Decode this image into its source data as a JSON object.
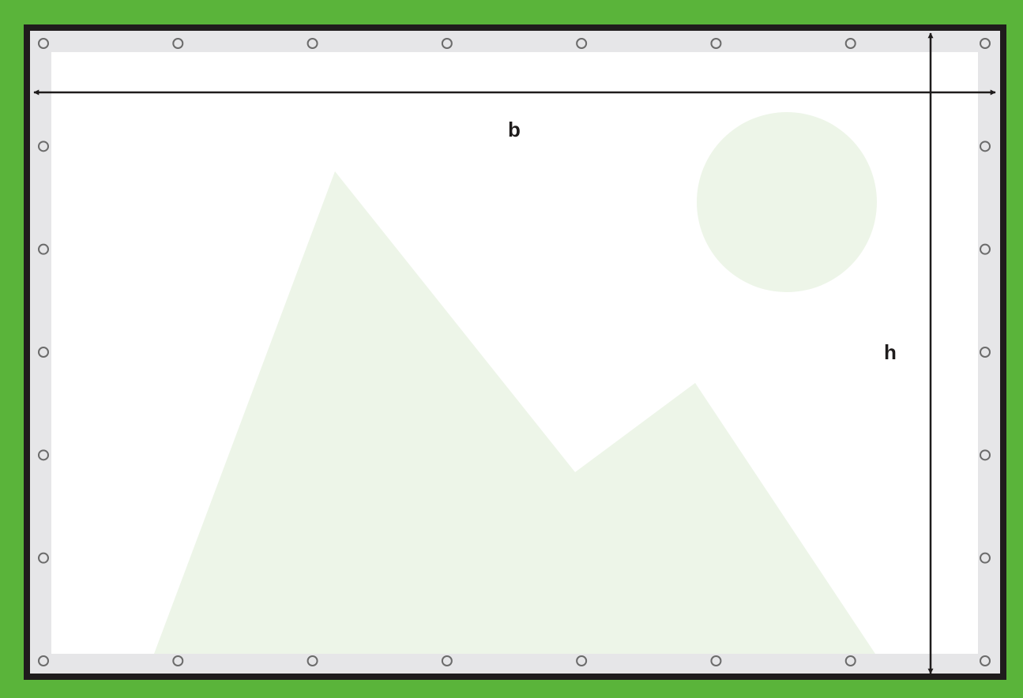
{
  "diagram": {
    "title": "",
    "width_label": "b",
    "height_label": "h",
    "grommets": {
      "per_long_side": 8,
      "per_short_side": 7
    },
    "colors": {
      "background": "#5ab43a",
      "frame": "#1f1c1c",
      "hem": "#e6e6e8",
      "canvas": "#ffffff",
      "placeholder_image": "#edf5e8",
      "grommet": "#6b6b6b",
      "dimension_line": "#1f1c1c"
    },
    "icons": {
      "placeholder": "mountain-sun-image-placeholder-icon",
      "grommet": "grommet-ring-icon"
    }
  }
}
